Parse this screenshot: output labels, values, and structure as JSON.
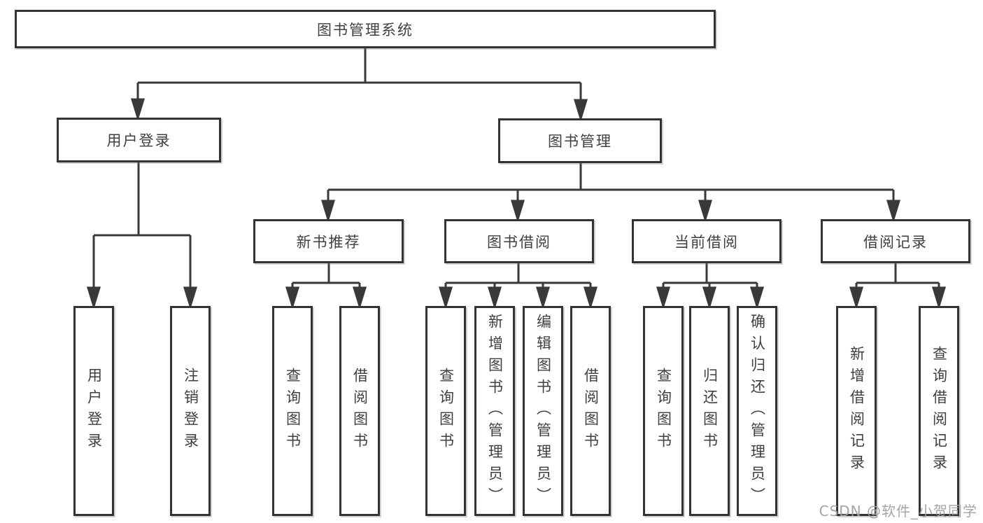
{
  "tree": {
    "label": "图书管理系统",
    "children": [
      {
        "label": "用户登录",
        "children": [
          {
            "label": "用户登录"
          },
          {
            "label": "注销登录"
          }
        ]
      },
      {
        "label": "图书管理",
        "children": [
          {
            "label": "新书推荐",
            "children": [
              {
                "label": "查询图书"
              },
              {
                "label": "借阅图书"
              }
            ]
          },
          {
            "label": "图书借阅",
            "children": [
              {
                "label": "查询图书"
              },
              {
                "label": "新增图书（管理员）"
              },
              {
                "label": "编辑图书（管理员）"
              },
              {
                "label": "借阅图书"
              }
            ]
          },
          {
            "label": "当前借阅",
            "children": [
              {
                "label": "查询图书"
              },
              {
                "label": "归还图书"
              },
              {
                "label": "确认归还（管理员）"
              }
            ]
          },
          {
            "label": "借阅记录",
            "children": [
              {
                "label": "新增借阅记录"
              },
              {
                "label": "查询借阅记录"
              }
            ]
          }
        ]
      }
    ]
  },
  "watermark": {
    "text": "CSDN @软件_小贺同学"
  },
  "colors": {
    "line": "#39393b",
    "box_border": "#333335",
    "text": "#3f3f42",
    "watermark": "#a0a0a0",
    "background": "#ffffff"
  }
}
